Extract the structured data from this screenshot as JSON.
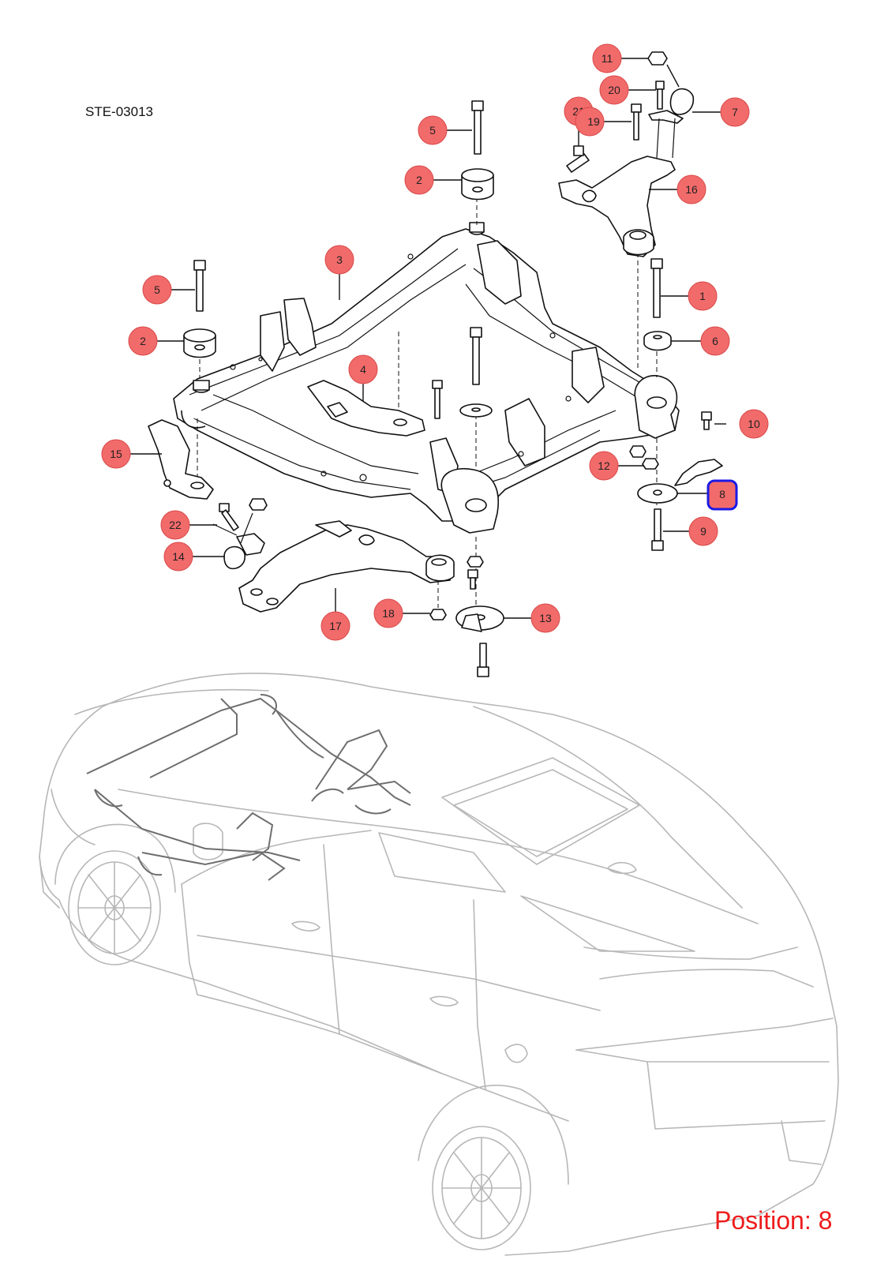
{
  "diagram_code": "STE-03013",
  "position_label": "Position: 8",
  "selected_callout": "8",
  "colors": {
    "callout_fill": "#f26b6b",
    "highlight": "#1a1ae6",
    "position_text": "#ee1c1c"
  },
  "callouts": {
    "c1": "1",
    "c2a": "2",
    "c2b": "2",
    "c3": "3",
    "c4": "4",
    "c5a": "5",
    "c5b": "5",
    "c6": "6",
    "c7": "7",
    "c8": "8",
    "c9": "9",
    "c10": "10",
    "c11": "11",
    "c12": "12",
    "c13": "13",
    "c14": "14",
    "c15": "15",
    "c16": "16",
    "c17": "17",
    "c18": "18",
    "c19": "19",
    "c20": "20",
    "c21": "21",
    "c22": "22"
  }
}
